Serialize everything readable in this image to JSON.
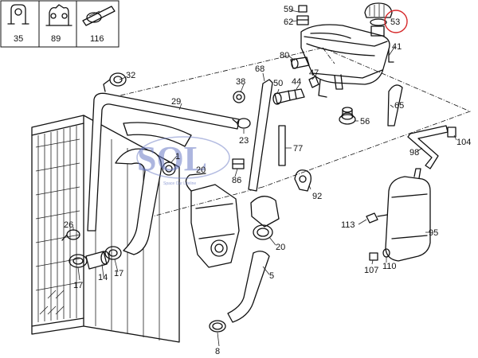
{
  "inset_callouts": [
    "35",
    "89",
    "116"
  ],
  "callouts": {
    "c59": "59",
    "c62": "62",
    "c53": "53",
    "c41": "41",
    "c80": "80",
    "c68": "68",
    "c47": "47",
    "c38": "38",
    "c50": "50",
    "c44": "44",
    "c32": "32",
    "c29": "29",
    "c65": "65",
    "c56": "56",
    "c23": "23",
    "c77": "77",
    "c104": "104",
    "c98": "98",
    "c1": "1",
    "c20a": "20",
    "c86": "86",
    "c92": "92",
    "c113": "113",
    "c95": "95",
    "c26": "26",
    "c20b": "20",
    "c107": "107",
    "c110": "110",
    "c17a": "17",
    "c14": "14",
    "c17b": "17",
    "c5": "5",
    "c8": "8"
  },
  "highlight_color": "#d6282a",
  "logo": {
    "text": "SOL",
    "sub": "Space Our Lifeline"
  }
}
